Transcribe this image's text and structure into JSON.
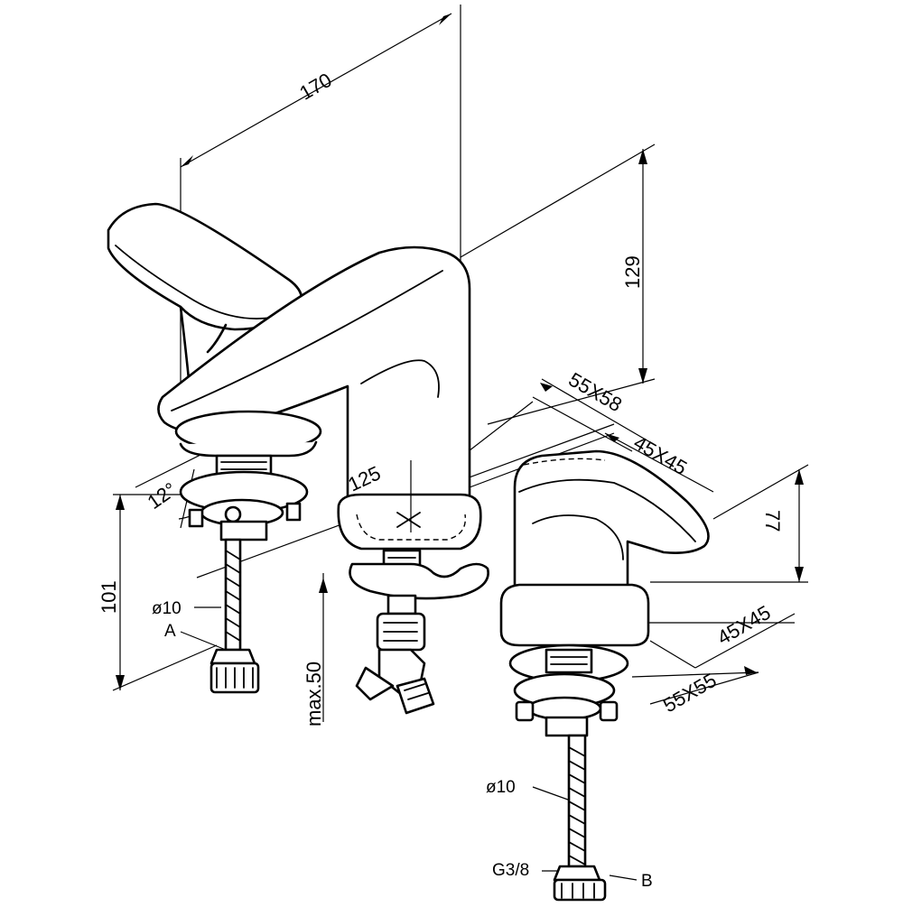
{
  "dimensions": {
    "width_170": "170",
    "height_129": "129",
    "spout_base": "55X58",
    "center_base": "45X45",
    "spacing_125": "125",
    "angle_12": "12°",
    "height_101": "101",
    "max_50": "max.50",
    "handle_height": "77",
    "handle_base": "45X45",
    "handle_base_outer": "55X55"
  },
  "callouts": {
    "hose_diameter_left": "ø10",
    "label_a": "A",
    "hose_diameter_right": "ø10",
    "thread": "G3/8",
    "label_b": "B"
  }
}
